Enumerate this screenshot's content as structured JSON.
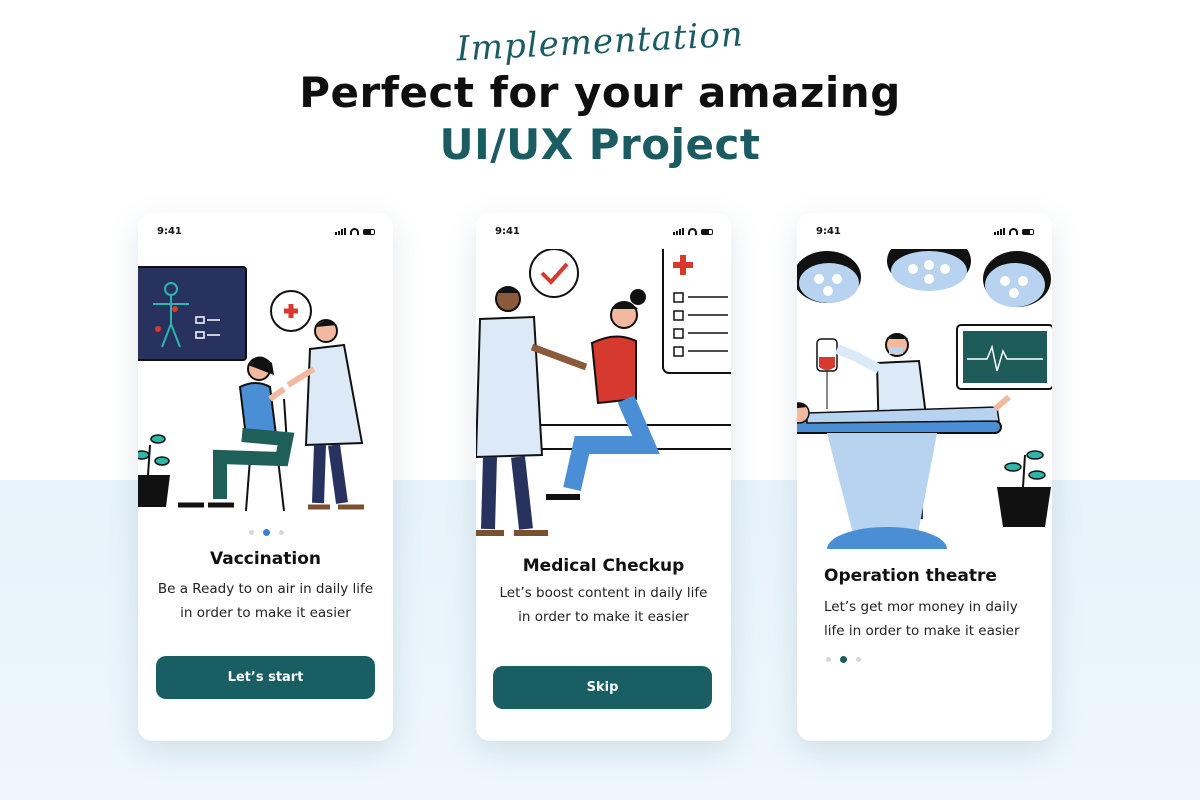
{
  "hero": {
    "script_title": "Implementation",
    "headline_line1": "Perfect for your amazing",
    "headline_line2": "UI/UX Project"
  },
  "colors": {
    "brand_teal": "#1a5c62",
    "button_teal": "#195e63",
    "active_dot_blue": "#3d7fd6",
    "active_dot_teal": "#1a5c62",
    "accent_red": "#d63a2f",
    "light_blue": "#b8d3f0"
  },
  "screens": [
    {
      "status_time": "9:41",
      "illustration": "vaccination-illustration",
      "title": "Vaccination",
      "body_line1": "Be a Ready to on air in daily life",
      "body_line2": "in order to make it easier",
      "button_label": "Let’s start",
      "active_page": 1,
      "page_count": 3
    },
    {
      "status_time": "9:41",
      "illustration": "medical-checkup-illustration",
      "title": "Medical Checkup",
      "body_line1": "Let’s boost content in daily life",
      "body_line2": "in order to make it easier",
      "button_label": "Skip"
    },
    {
      "status_time": "9:41",
      "illustration": "operation-theatre-illustration",
      "title": "Operation theatre",
      "body_line1": "Let’s get mor money in daily",
      "body_line2": "life in order to make it easier",
      "active_page": 1,
      "page_count": 3
    }
  ]
}
